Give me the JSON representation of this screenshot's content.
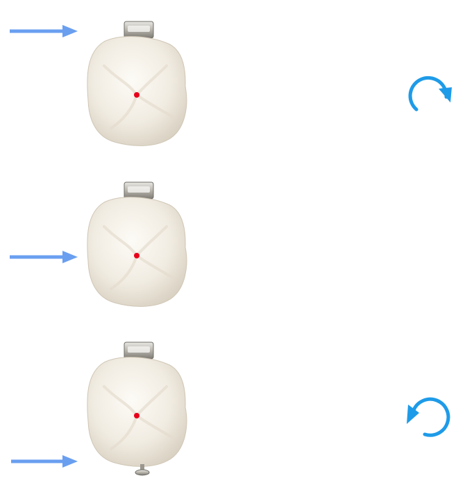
{
  "colors": {
    "arrow": "#6a9ff0",
    "rotation": "#1e9be8",
    "center_dot": "#e8001a",
    "tooth": "#f3efe6",
    "bracket": "#b9b6ad"
  },
  "panels": [
    {
      "force_arrow": {
        "direction": "right",
        "level": "top"
      },
      "rotation": {
        "icon": "clockwise-rotation-icon",
        "direction": "clockwise"
      },
      "attachments": [
        "bracket"
      ]
    },
    {
      "force_arrow": {
        "direction": "right",
        "level": "middle"
      },
      "rotation": null,
      "attachments": [
        "bracket"
      ]
    },
    {
      "force_arrow": {
        "direction": "right",
        "level": "bottom"
      },
      "rotation": {
        "icon": "counterclockwise-rotation-icon",
        "direction": "counterclockwise"
      },
      "attachments": [
        "bracket",
        "button"
      ]
    }
  ]
}
